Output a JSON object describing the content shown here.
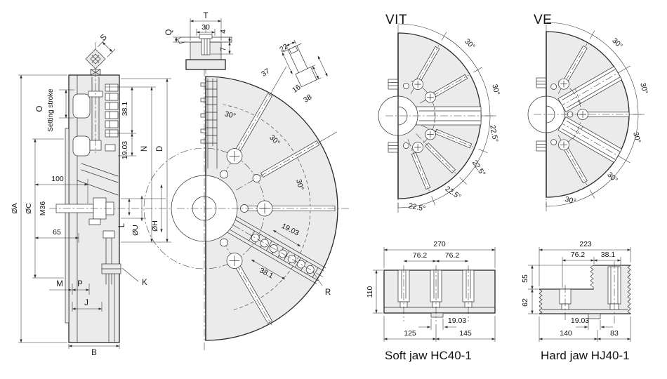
{
  "colors": {
    "line": "#2e2e2e",
    "fill": "#ebebeb",
    "background": "#ffffff"
  },
  "section_view": {
    "dia_a": "ØA",
    "dia_c": "ØC",
    "o_label": "O",
    "setting_stroke": "Setting stroke",
    "s_label": "S",
    "d100": "100",
    "m36": "M36",
    "d65": "65",
    "d38_1": "38.1",
    "d19_03": "19.03",
    "n_label": "N",
    "d_label": "D",
    "l_label": "L",
    "dia_u": "ØU",
    "dia_h": "ØH",
    "m_label": "M",
    "p_label": "P",
    "j_label": "J",
    "k_label": "K",
    "b_label": "B"
  },
  "tenon_detail": {
    "t_label": "T",
    "d30": "30",
    "q_label": "Q",
    "d4": "4",
    "d7": "7"
  },
  "front_view": {
    "d22": "22",
    "d37": "37",
    "d16": "16",
    "d38": "38",
    "angles": [
      "30°",
      "30°",
      "30°"
    ],
    "d19_03": "19.03",
    "d38_1": "38.1",
    "r_label": "R"
  },
  "vit_view": {
    "title": "VIT",
    "angles_30": [
      "30°",
      "30°"
    ],
    "angles_22_5": [
      "22.5°",
      "22.5°",
      "22.5°",
      "22.5°"
    ]
  },
  "ve_view": {
    "title": "VE",
    "angles_30": [
      "30°",
      "30°",
      "30°",
      "30°",
      "30°"
    ]
  },
  "soft_jaw": {
    "caption": "Soft jaw HC40-1",
    "d270": "270",
    "d76_2_a": "76.2",
    "d76_2_b": "76.2",
    "d110": "110",
    "d19_03": "19.03",
    "d125": "125",
    "d145": "145"
  },
  "hard_jaw": {
    "caption": "Hard jaw HJ40-1",
    "d223": "223",
    "d76_2": "76.2",
    "d38_1": "38.1",
    "d55": "55",
    "d62": "62",
    "d19_03": "19.03",
    "d140": "140",
    "d83": "83"
  }
}
